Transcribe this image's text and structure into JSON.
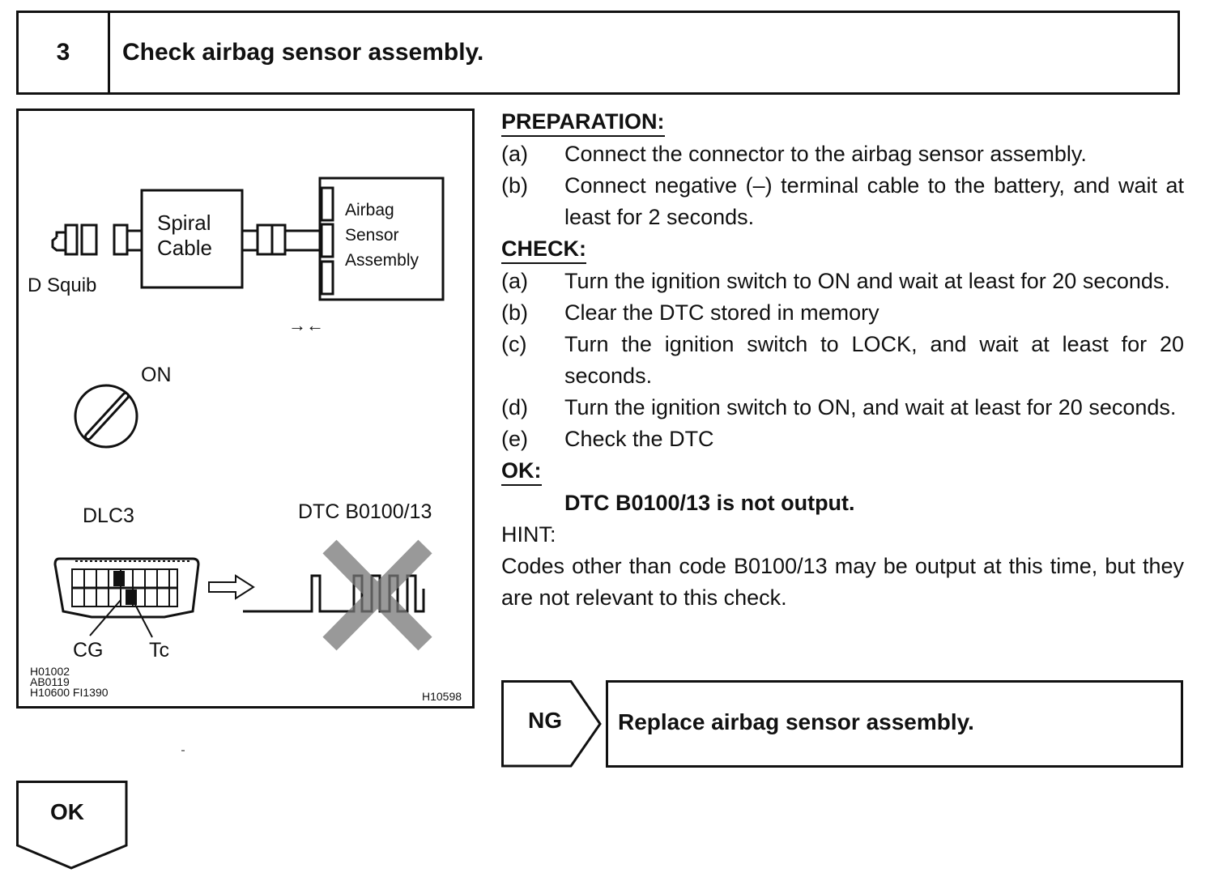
{
  "step": {
    "number": "3",
    "title": "Check airbag sensor assembly."
  },
  "figure": {
    "spiral_cable": [
      "Spiral",
      "Cable"
    ],
    "airbag_sensor": [
      "Airbag",
      "Sensor",
      "Assembly"
    ],
    "d_squib": "D Squib",
    "arrows": "→←",
    "ignition_on": "ON",
    "dlc3": "DLC3",
    "dtc_label": "DTC B0100/13",
    "cg": "CG",
    "tc": "Tc",
    "codes": [
      "H01002",
      "AB0119",
      "H10600   FI1390"
    ],
    "code_right": "H10598"
  },
  "preparation": {
    "heading": "PREPARATION:",
    "items": [
      {
        "letter": "(a)",
        "text": "Connect the connector to the airbag sensor assembly."
      },
      {
        "letter": "(b)",
        "text": "Connect negative (–) terminal cable to the battery, and wait at least for 2 seconds."
      }
    ]
  },
  "check": {
    "heading": "CHECK:",
    "items": [
      {
        "letter": "(a)",
        "text": "Turn the ignition switch to ON and wait at least for 20 seconds."
      },
      {
        "letter": "(b)",
        "text": "Clear the DTC stored in memory"
      },
      {
        "letter": "(c)",
        "text": "Turn the ignition switch to LOCK, and wait at least for 20 seconds."
      },
      {
        "letter": "(d)",
        "text": "Turn the ignition switch to ON, and wait at least for 20 seconds."
      },
      {
        "letter": "(e)",
        "text": "Check the DTC"
      }
    ]
  },
  "ok": {
    "heading": "OK:",
    "result": "DTC B0100/13 is not output."
  },
  "hint": {
    "heading": "HINT:",
    "text": "Codes other than code B0100/13 may be output at this time, but they are not relevant to this check."
  },
  "ng": {
    "label": "NG",
    "action": "Replace airbag sensor assembly."
  },
  "ok_flow": {
    "label": "OK"
  }
}
